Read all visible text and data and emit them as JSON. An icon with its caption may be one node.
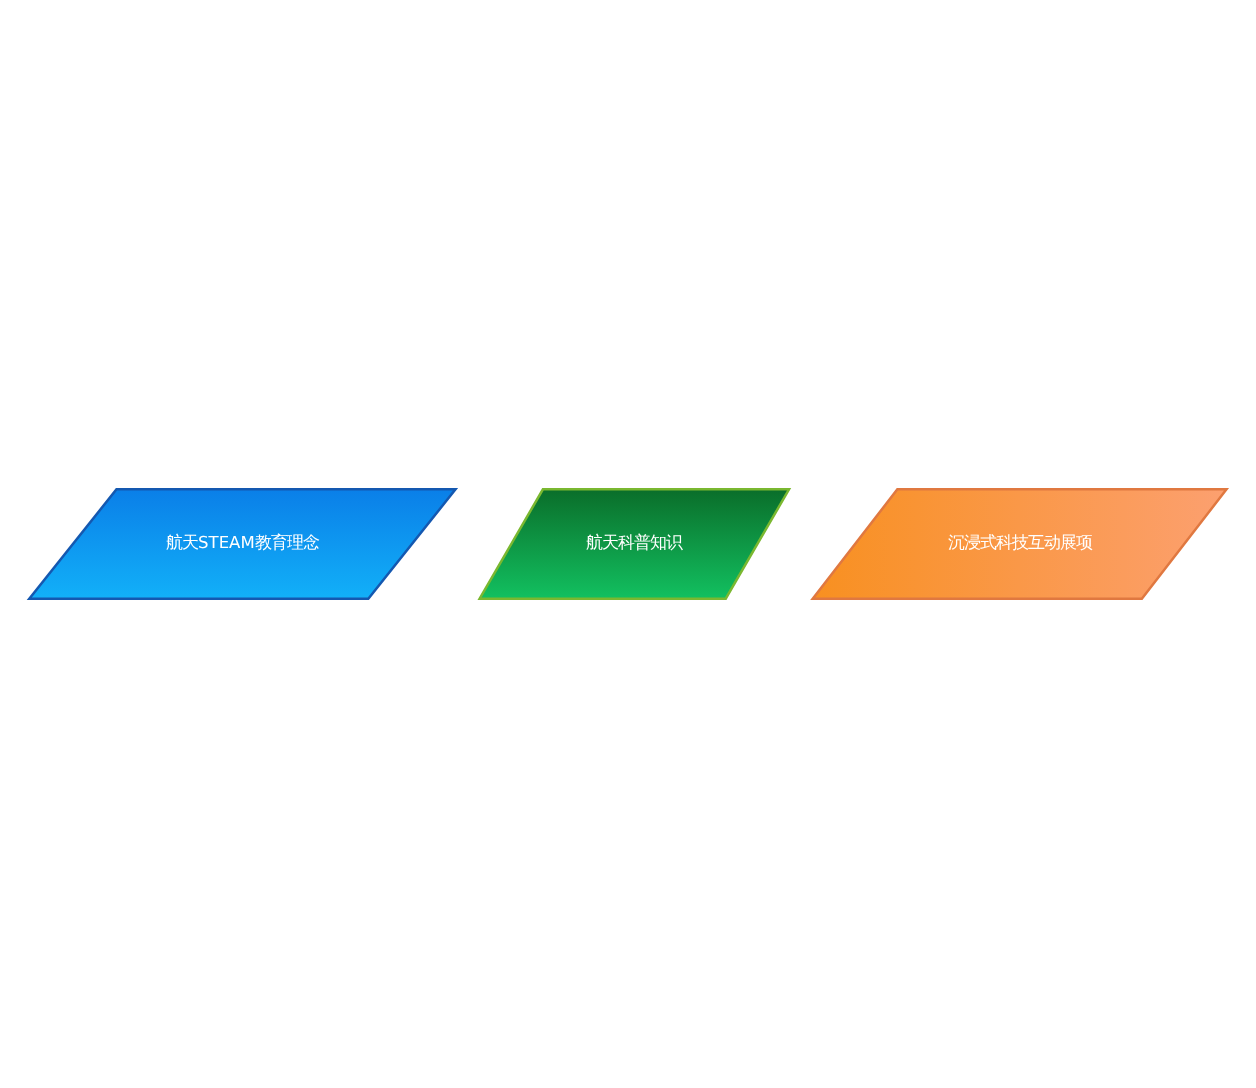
{
  "diagram": {
    "nodes": [
      {
        "text": [
          "航天STEAM教育理念"
        ]
      },
      {
        "text": [
          "航天科普知识"
        ]
      },
      {
        "text": [
          "沉浸式科技互动展项"
        ]
      }
    ]
  }
}
